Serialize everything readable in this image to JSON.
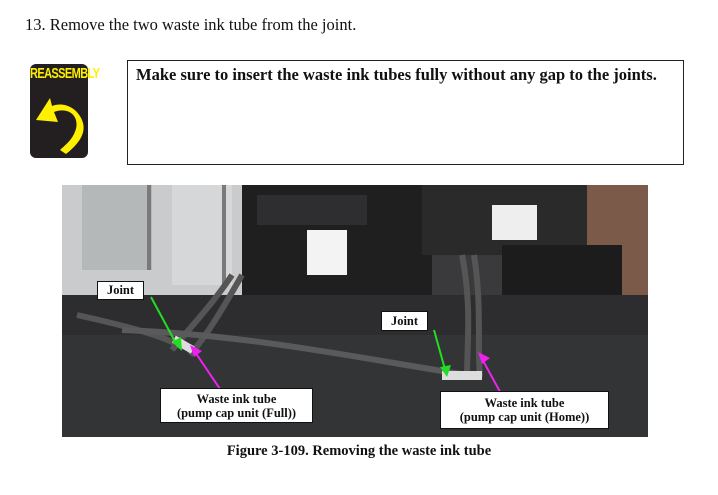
{
  "step": {
    "text": "13.  Remove the two waste ink tube from the joint."
  },
  "note": {
    "icon_label": "REASSEMBLY",
    "text": "Make sure to insert the waste ink tubes fully without any gap to the joints."
  },
  "figure": {
    "labels": {
      "joint_left": "Joint",
      "joint_right": "Joint",
      "tube_full_1": "Waste ink tube",
      "tube_full_2": "(pump cap unit (Full))",
      "tube_home_1": "Waste ink tube",
      "tube_home_2": "(pump cap unit (Home))"
    },
    "caption": "Figure 3-109.  Removing the waste ink tube",
    "colors": {
      "joint_arrow": "#22dd22",
      "tube_arrow": "#ee22ee"
    }
  }
}
